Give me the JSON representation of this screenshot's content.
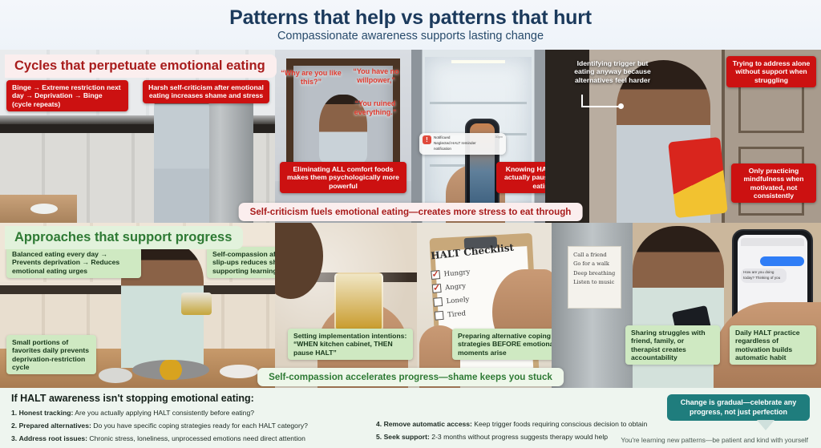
{
  "header": {
    "title": "Patterns that help vs patterns that hurt",
    "subtitle": "Compassionate awareness supports lasting change"
  },
  "red_section": {
    "title": "Cycles that perpetuate emotional eating",
    "strip": "Self-criticism fuels emotional eating—creates more stress to eat through",
    "badges": {
      "binge_cycle": "Binge → Extreme restriction next day → Deprivation → Binge (cycle repeats)",
      "harsh_criticism": "Harsh self-criticism after emotional eating increases shame and stress",
      "eliminating_comfort": "Eliminating ALL comfort foods makes them psychologically more powerful",
      "knowing_halt": "Knowing HALT but not actually pausing before eating",
      "identifying_trigger": "Identifying trigger but eating anyway because alternatives feel harder",
      "address_alone": "Trying to address alone without support when struggling",
      "only_motivated": "Only practicing mindfulness when motivated, not consistently"
    },
    "mirror_quotes": {
      "q1": "“Why are you like this?”",
      "q2": "“You have no willpower,”",
      "q3": "“You ruined everything.”"
    },
    "notification": {
      "app": "Notificued",
      "body": "Neglected HALT reminder notification",
      "time": "30pm",
      "icon": "alert-icon"
    }
  },
  "green_section": {
    "title": "Approaches that support progress",
    "strip": "Self-compassion accelerates progress—shame keeps you stuck",
    "badges": {
      "balanced_eating": "Balanced eating every day → Prevents deprivation → Reduces emotional eating urges",
      "self_compassion": "Self-compassion after slip-ups reduces shame supporting learning",
      "small_portions": "Small portions of favorites daily prevents deprivation-restriction cycle",
      "implementation": "Setting implementation intentions: “WHEN kitchen cabinet, THEN pause HALT”",
      "preparing_alt": "Preparing alternative coping strategies BEFORE emotional moments arise",
      "sharing": "Sharing struggles with friend, family, or therapist creates accountability",
      "daily_practice": "Daily HALT practice regardless of motivation builds automatic habit"
    },
    "checklist": {
      "title": "HALT Checklist",
      "items": [
        {
          "label": "Hungry",
          "checked": true
        },
        {
          "label": "Angry",
          "checked": true
        },
        {
          "label": "Lonely",
          "checked": false
        },
        {
          "label": "Tired",
          "checked": false
        }
      ]
    },
    "fridge_note": [
      "Call a friend",
      "Go for a walk",
      "Deep breathing",
      "Listen to music"
    ],
    "message_preview": "How are you doing today? Thinking of you"
  },
  "footer": {
    "heading": "If HALT awareness isn't stopping emotional eating:",
    "items_left": [
      {
        "num": "1.",
        "label": "Honest tracking:",
        "text": " Are you actually applying HALT consistently before eating?"
      },
      {
        "num": "2.",
        "label": "Prepared alternatives:",
        "text": " Do you have specific coping strategies ready for each HALT category?"
      },
      {
        "num": "3.",
        "label": "Address root issues:",
        "text": " Chronic stress, loneliness, unprocessed emotions need direct attention"
      }
    ],
    "items_right": [
      {
        "num": "4.",
        "label": "Remove automatic access:",
        "text": " Keep trigger foods requiring conscious decision to obtain"
      },
      {
        "num": "5.",
        "label": "Seek support:",
        "text": " 2-3 months without progress suggests therapy would help"
      }
    ],
    "badge": "Change is gradual—celebrate any progress, not just perfection",
    "tagline": "You're learning new patterns—be patient and kind with yourself"
  },
  "colors": {
    "red_accent": "#cc1111",
    "red_title": "#a81c1c",
    "green_accent": "#cfe9c2",
    "green_title": "#2e7a34",
    "header_title": "#1b3a5c",
    "teal": "#1f7d7d"
  }
}
